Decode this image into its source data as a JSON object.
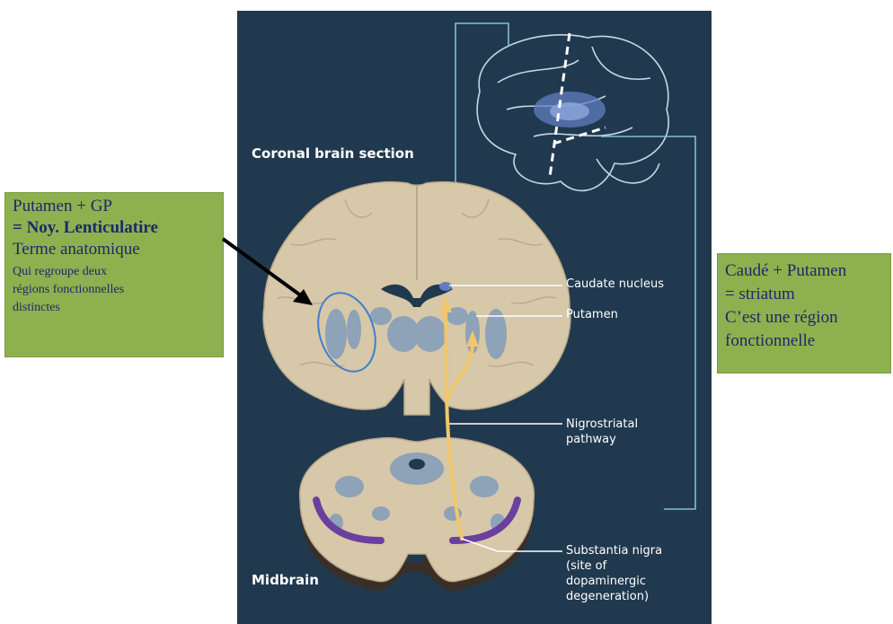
{
  "figure": {
    "coronal_title": "Coronal brain section",
    "midbrain_title": "Midbrain",
    "callouts": {
      "caudate": "Caudate nucleus",
      "putamen": "Putamen",
      "nigro_1": "Nigrostriatal",
      "nigro_2": "pathway",
      "sn_1": "Substantia nigra",
      "sn_2": "(site of",
      "sn_3": "dopaminergic",
      "sn_4": "degeneration)"
    }
  },
  "left_note": {
    "line1": "Putamen + GP",
    "line2": "= Noy. Lenticulatire",
    "line3": "Terme anatomique",
    "line4": "Qui regroupe deux",
    "line5": "régions fonctionnelles",
    "line6": "distinctes"
  },
  "right_note": {
    "line1": "Caudé + Putamen",
    "line2": "= striatum",
    "line3": "C’est une région",
    "line4": "fonctionnelle"
  },
  "colors": {
    "panel": "#21394f",
    "tissue": "#d6c8a8",
    "nucleus": "#8ea2b8",
    "pathway": "#f2c66d",
    "substantia_nigra": "#6b3fa0",
    "note_bg": "#8fb04f"
  }
}
